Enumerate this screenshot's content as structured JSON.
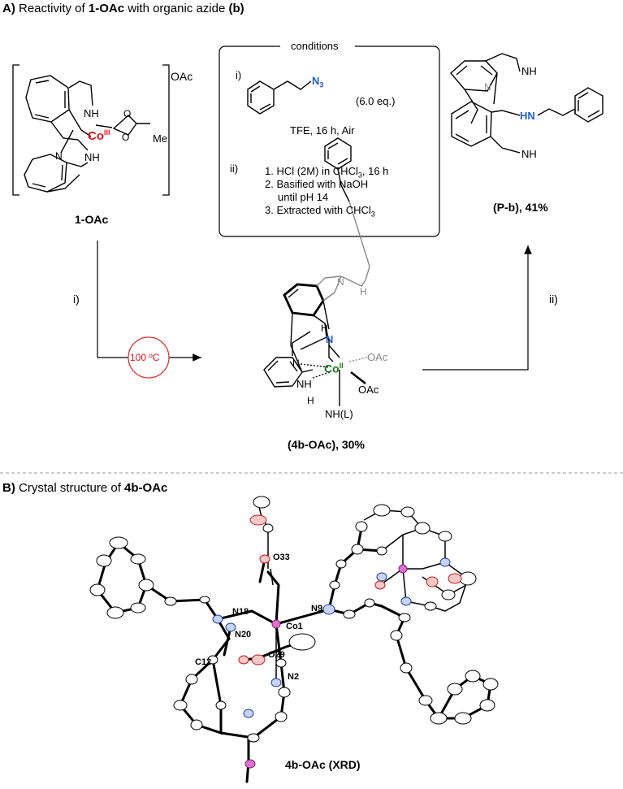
{
  "section_a": {
    "prefix": "A)",
    "text": "Reactivity of",
    "compound": "1-OAc",
    "text2": "with organic azide",
    "tag": "(b)"
  },
  "section_b": {
    "prefix": "B)",
    "text": "Crystal structure of",
    "compound": "4b-OAc"
  },
  "start": {
    "label": "1-OAc",
    "counterion": "OAc",
    "metal": "Co",
    "ox": "III",
    "me": "Me",
    "nh_top": "NH",
    "nh_bot": "NH",
    "n": "N",
    "o1": "O",
    "o2": "O"
  },
  "conditions": {
    "title": "conditions",
    "i_num": "i)",
    "azide": "N",
    "azide_sub": "3",
    "equiv": "(6.0 eq.)",
    "i_text": "TFE, 16 h, Air",
    "ii_num": "ii)",
    "steps": [
      "1. HCl (2M) in CHCl",
      "2. Basified with NaOH",
      "until pH 14",
      "3. Extracted with CHCl"
    ],
    "step1_sub": "3",
    "step1_tail": ", 16 h",
    "step3_sub": "3"
  },
  "product": {
    "label": "(P-b), 41%",
    "nh1": "NH",
    "hn": "HN",
    "nh2": "NH",
    "n": "N"
  },
  "intermediate": {
    "label": "(4b-OAc), 30%",
    "metal": "Co",
    "ox": "II",
    "oac1": "OAc",
    "oac2": "OAc",
    "nhl": "NH(L)",
    "n_blue": "N",
    "n_gray": "N",
    "h1": "H",
    "h2": "H",
    "nh": "NH",
    "n2": "N"
  },
  "arrows": {
    "i": "i)",
    "ii": "ii)",
    "temp": "100 ºC"
  },
  "xrd": {
    "label": "4b-OAc (XRD)",
    "atoms": [
      "O33",
      "N18",
      "N9",
      "Co1",
      "N20",
      "O29",
      "C12",
      "N2"
    ]
  },
  "colors": {
    "cobalt": "#d9191c",
    "cobalt2": "#1a7a1a",
    "nitrogen": "#1f5fd6",
    "temp_circle": "#e03030",
    "gray": "#888888"
  }
}
